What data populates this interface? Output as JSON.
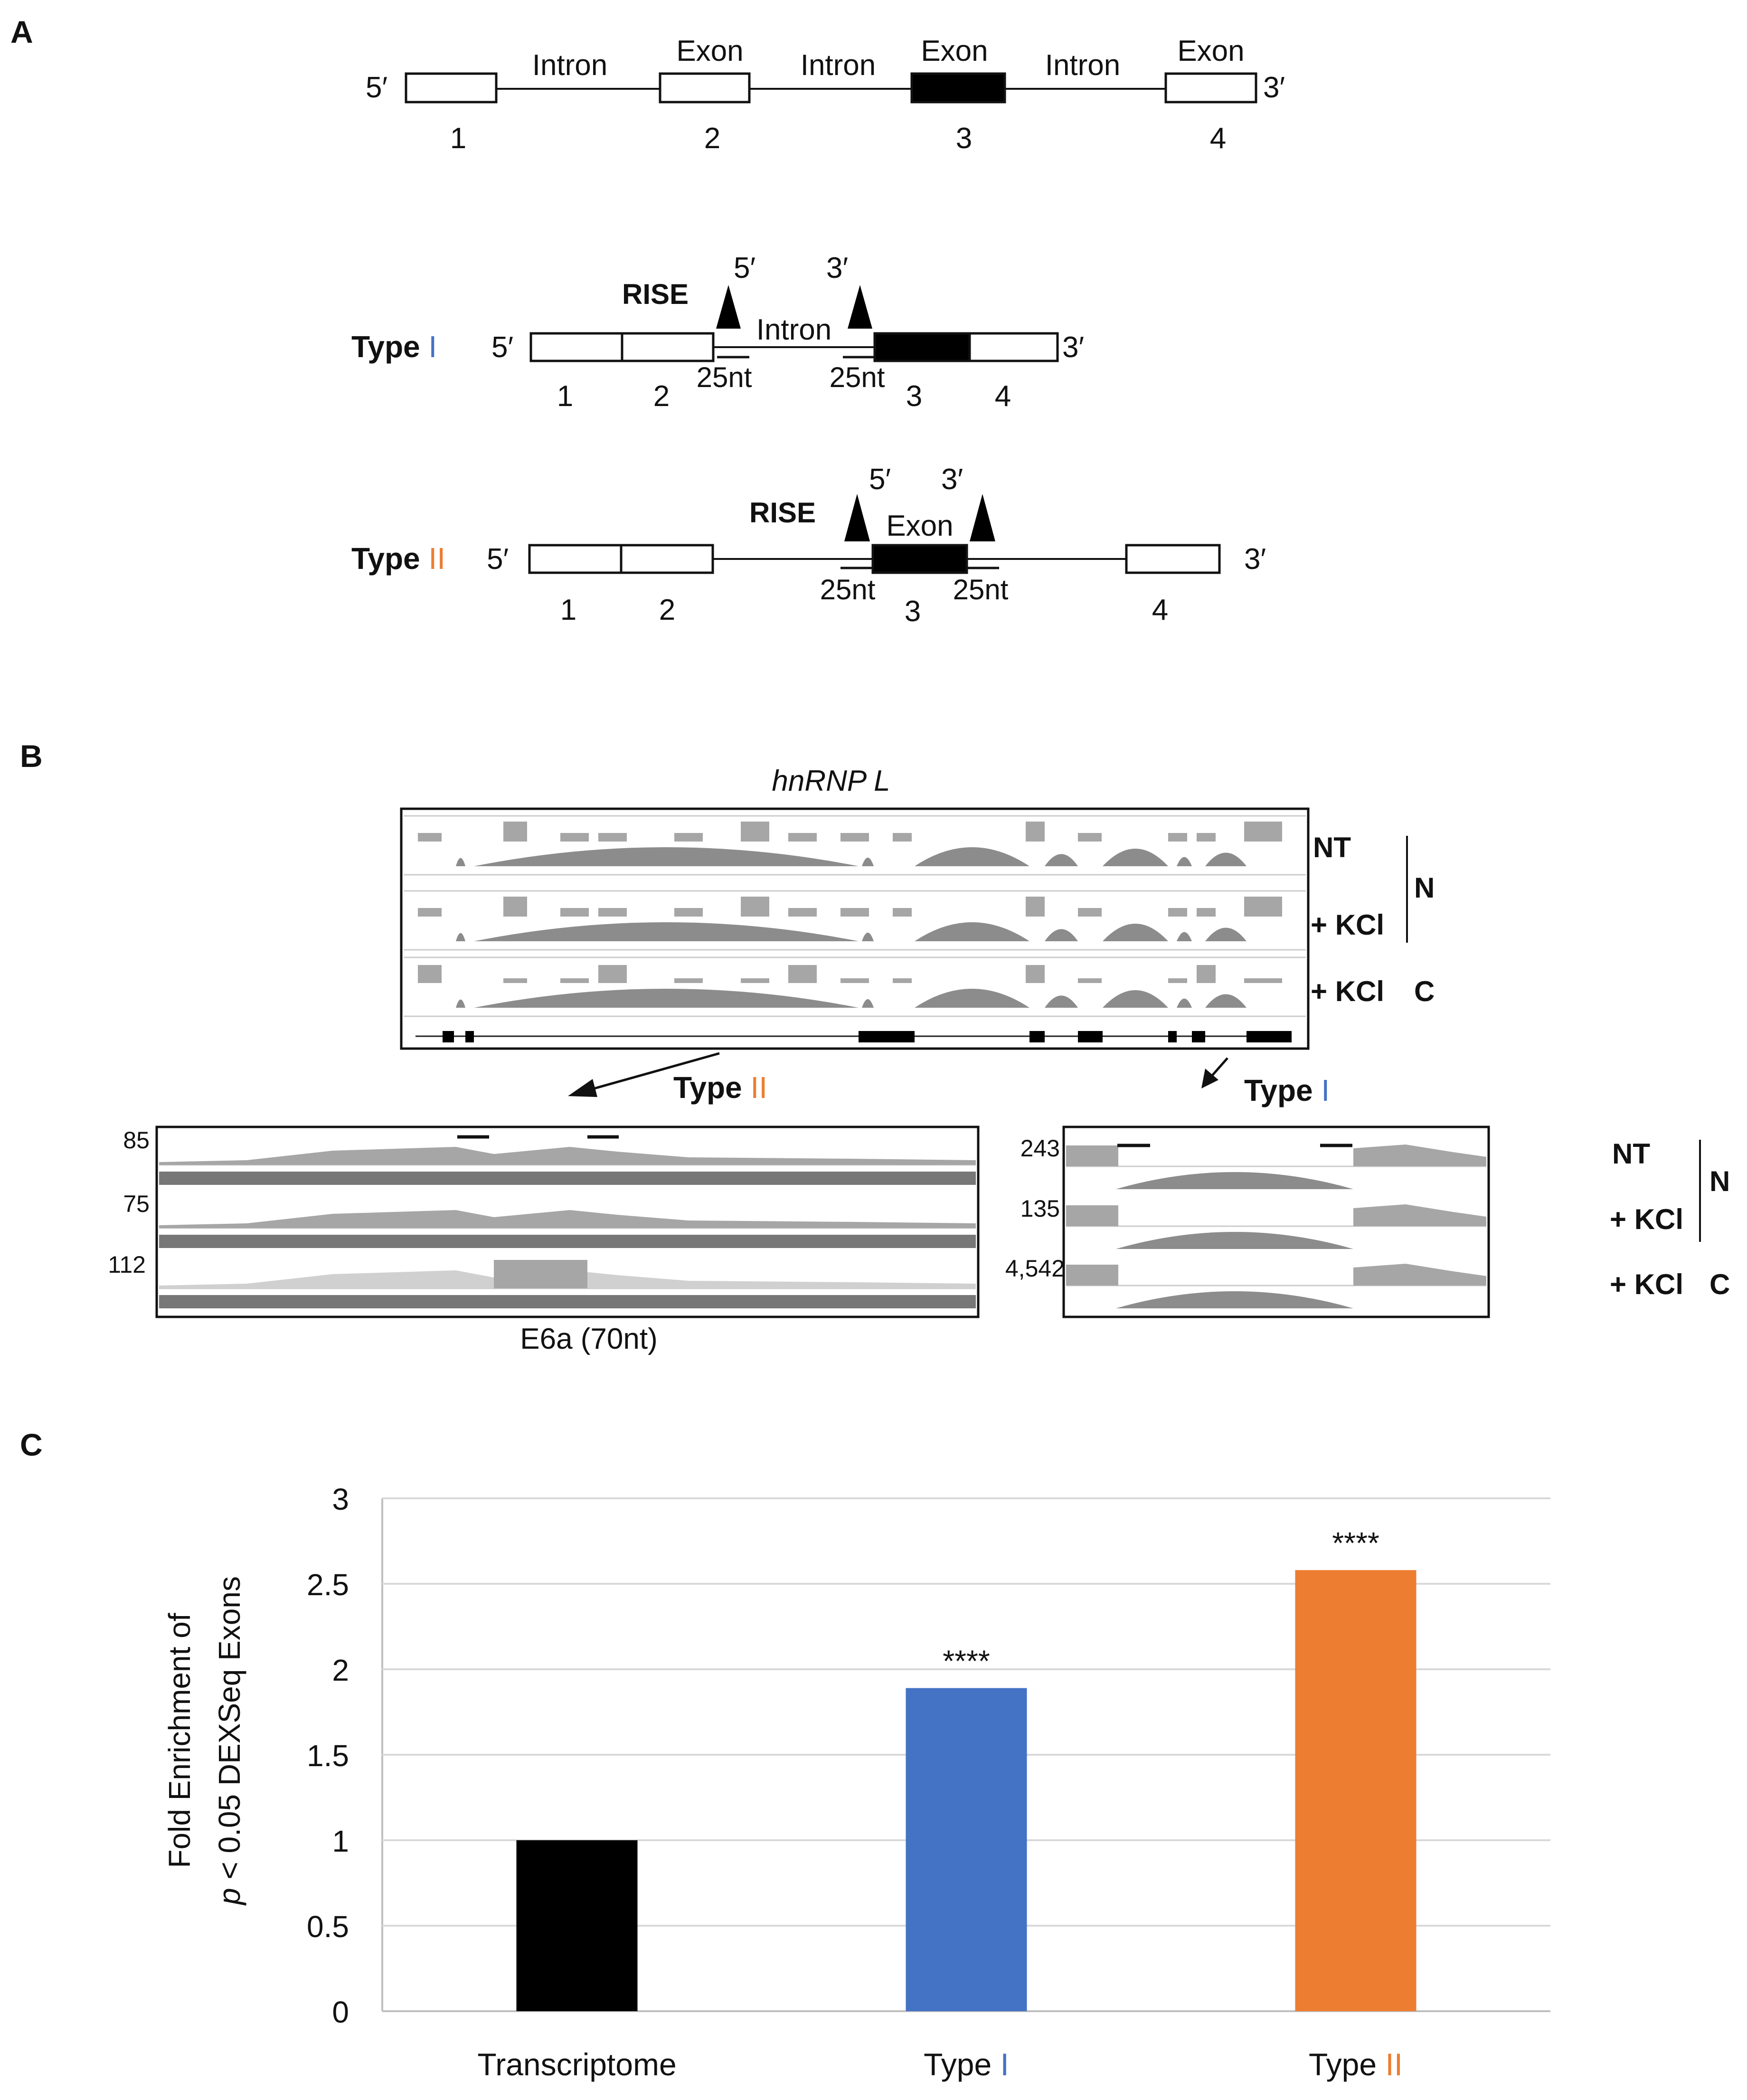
{
  "panels": {
    "a": "A",
    "b": "B",
    "c": "C"
  },
  "panel_a": {
    "prime5": "5′",
    "prime3": "3′",
    "intron": "Intron",
    "exon": "Exon",
    "rise": "RISE",
    "nt25": "25nt",
    "type_word": "Type",
    "type1_numeral": "I",
    "type2_numeral": "II",
    "exon_numbers": [
      "1",
      "2",
      "3",
      "4"
    ]
  },
  "panel_b": {
    "gene": "hnRNP L",
    "tracks": [
      "NT",
      "+ KCl",
      "+ KCl"
    ],
    "fraction_n": "N",
    "fraction_c": "C",
    "type_word": "Type",
    "type2_numeral": "II",
    "type1_numeral": "I",
    "left_zoom_scales": [
      "85",
      "75",
      "112"
    ],
    "right_zoom_scales": [
      "243",
      "135",
      "4,542"
    ],
    "exon_caption": "E6a (70nt)"
  },
  "chart_data": {
    "type": "bar",
    "categories": [
      "Transcriptome",
      "Type I",
      "Type II"
    ],
    "category_labels": [
      {
        "word": "Transcriptome",
        "numeral": ""
      },
      {
        "word": "Type",
        "numeral": "I"
      },
      {
        "word": "Type",
        "numeral": "II"
      }
    ],
    "values": [
      1.0,
      1.89,
      2.58
    ],
    "colors": [
      "#000000",
      "#4472C4",
      "#ED7D31"
    ],
    "significance": [
      "",
      "****",
      "****"
    ],
    "ylabel_line1": "Fold Enrichment of",
    "ylabel_line2_italic": "p",
    "ylabel_line2_rest": " < 0.05 DEXSeq Exons",
    "ylim": [
      0,
      3
    ],
    "yticks": [
      "0",
      "0.5",
      "1",
      "1.5",
      "2",
      "2.5",
      "3"
    ],
    "grid": true
  },
  "colors": {
    "type1": "#4472C4",
    "type2": "#ED7D31",
    "coverage": "#A6A6A6",
    "arc": "#8C8C8C",
    "grid": "#D9D9D9"
  }
}
